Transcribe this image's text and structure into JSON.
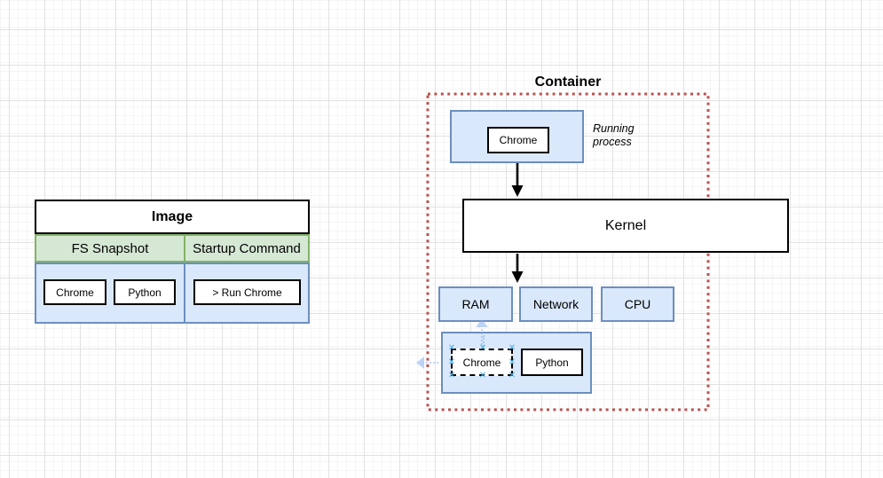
{
  "colors": {
    "blue_fill": "#dae8fc",
    "blue_border": "#6c8ebf",
    "green_fill": "#d5e8d4",
    "green_border": "#82b366",
    "container_border": "#b85450",
    "shape_border": "#000000",
    "ghost_blue": "#7ea9f0",
    "handle_blue": "#45b0e8",
    "grid_minor": "#f5f5f5",
    "grid_major": "#e2e2e2"
  },
  "image_table": {
    "title": "Image",
    "fs_header": "FS Snapshot",
    "startup_header": "Startup Command",
    "fs_items": {
      "chrome": "Chrome",
      "python": "Python"
    },
    "startup_command": "> Run Chrome"
  },
  "container": {
    "title": "Container",
    "process_box_label": "Chrome",
    "process_annotation": "Running process",
    "kernel_label": "Kernel",
    "resources": {
      "ram": "RAM",
      "network": "Network",
      "cpu": "CPU"
    },
    "snapshot_box": {
      "chrome": "Chrome",
      "python": "Python"
    }
  },
  "icons": {
    "selection_handle": "✕"
  }
}
